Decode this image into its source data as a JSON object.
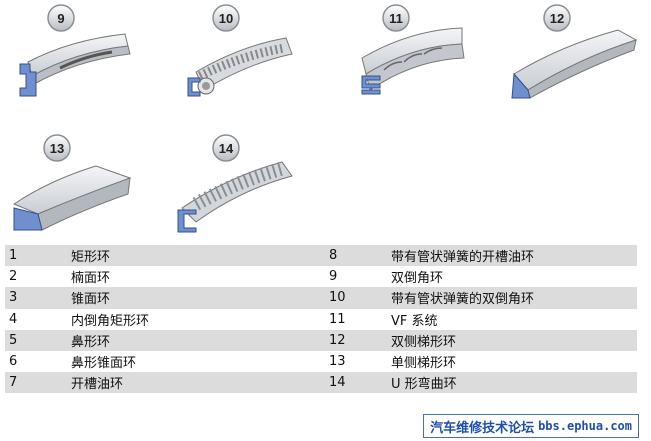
{
  "badges": [
    "9",
    "10",
    "11",
    "12",
    "13",
    "14"
  ],
  "rows": [
    {
      "n1": "1",
      "d1": "矩形环",
      "n2": "8",
      "d2": "带有管状弹簧的开槽油环"
    },
    {
      "n1": "2",
      "d1": "楠面环",
      "n2": "9",
      "d2": "双倒角环"
    },
    {
      "n1": "3",
      "d1": "锥面环",
      "n2": "10",
      "d2": "带有管状弹簧的双倒角环"
    },
    {
      "n1": "4",
      "d1": "内倒角矩形环",
      "n2": "11",
      "d2": "VF  系统"
    },
    {
      "n1": "5",
      "d1": "鼻形环",
      "n2": "12",
      "d2": "双侧梯形环"
    },
    {
      "n1": "6",
      "d1": "鼻形锥面环",
      "n2": "13",
      "d2": "单侧梯形环"
    },
    {
      "n1": "7",
      "d1": "开槽油环",
      "n2": "14",
      "d2": "U  形弯曲环"
    }
  ],
  "watermark": {
    "text": "汽车维修技术论坛",
    "url": "bbs.ephua.com"
  },
  "colors": {
    "ring_face": "#e9ebee",
    "ring_side": "#aeb3ba",
    "section": "#6f8fcf",
    "row_shade": "#dcdcdc"
  }
}
